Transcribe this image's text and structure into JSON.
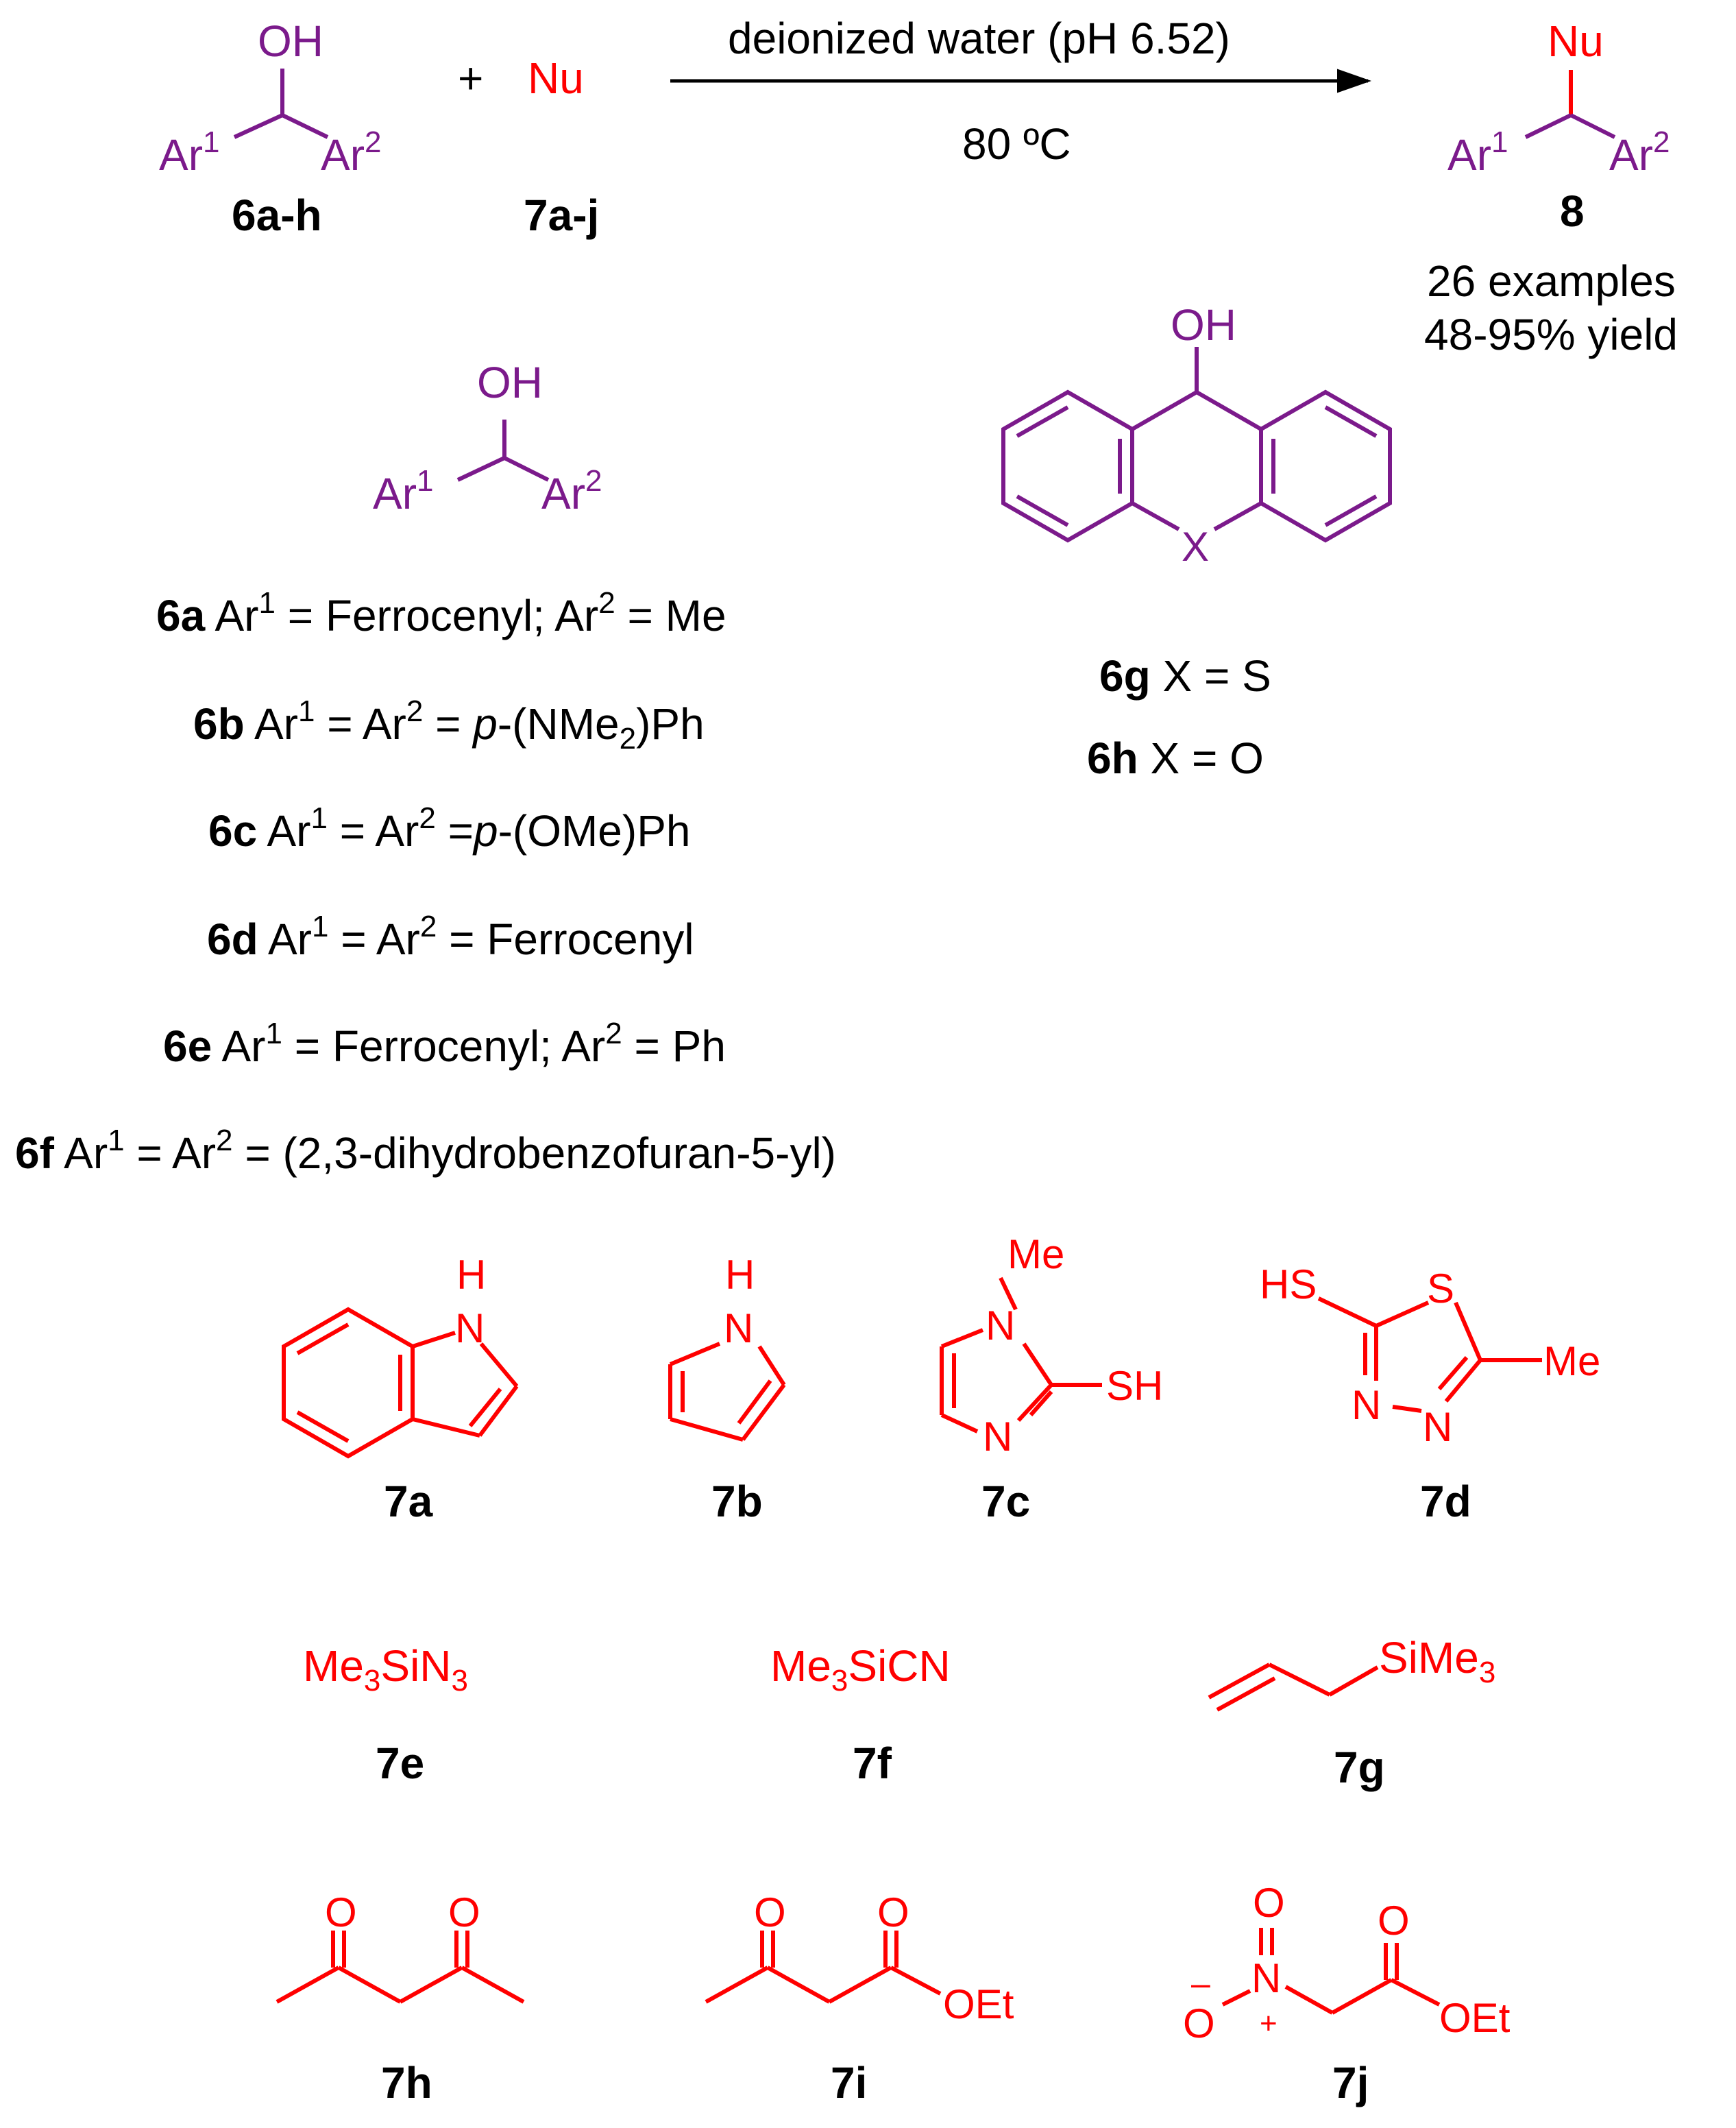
{
  "colors": {
    "substrate": "#7B1A8B",
    "nucleophile": "#FF0000",
    "text": "#000000"
  },
  "reaction": {
    "reactant_oh": "OH",
    "ar1": "Ar",
    "ar1_sup": "1",
    "ar2": "Ar",
    "ar2_sup": "2",
    "reactant_label": "6a-h",
    "plus": "+",
    "nucleophile": "Nu",
    "nucleophile_label": "7a-j",
    "condition_top": "deionized water (pH 6.52)",
    "condition_bottom": "80 ºC",
    "product_nu": "Nu",
    "product_label": "8",
    "summary_line1": "26 examples",
    "summary_line2": "48-95% yield"
  },
  "generic_structure": {
    "oh": "OH",
    "ar1": "Ar",
    "ar1_sup": "1",
    "ar2": "Ar",
    "ar2_sup": "2"
  },
  "substrates": [
    {
      "id": "6a",
      "text": "Ar1 = Ferrocenyl; Ar2 = Me"
    },
    {
      "id": "6b",
      "text": "Ar1 = Ar2 = p-(NMe2)Ph"
    },
    {
      "id": "6c",
      "text": "Ar1 = Ar2 =p-(OMe)Ph"
    },
    {
      "id": "6d",
      "text": "Ar1 = Ar2 = Ferrocenyl"
    },
    {
      "id": "6e",
      "text": "Ar1 = Ferrocenyl; Ar2 = Ph"
    },
    {
      "id": "6f",
      "text": "Ar1 = Ar2 = (2,3-dihydrobenzofuran-5-yl)"
    }
  ],
  "tricyclic": {
    "oh": "OH",
    "x": "X",
    "label_6g": "6g",
    "text_6g": "X = S",
    "label_6h": "6h",
    "text_6h": "X = O"
  },
  "nucleophiles": {
    "7a": {
      "label": "7a",
      "nh": "H",
      "n": "N"
    },
    "7b": {
      "label": "7b",
      "nh": "H",
      "n": "N"
    },
    "7c": {
      "label": "7c",
      "me": "Me",
      "n1": "N",
      "n2": "N",
      "sh": "SH"
    },
    "7d": {
      "label": "7d",
      "hs": "HS",
      "s": "S",
      "me": "Me",
      "n1": "N",
      "n2": "N"
    },
    "7e": {
      "label": "7e",
      "formula": "Me3SiN3"
    },
    "7f": {
      "label": "7f",
      "formula": "Me3SiCN"
    },
    "7g": {
      "label": "7g",
      "formula": "SiMe3"
    },
    "7h": {
      "label": "7h",
      "o1": "O",
      "o2": "O"
    },
    "7i": {
      "label": "7i",
      "o1": "O",
      "o2": "O",
      "oet": "OEt"
    },
    "7j": {
      "label": "7j",
      "o_top": "O",
      "n": "N",
      "o_minus": "O",
      "minus": "–",
      "plus": "+",
      "o_carbonyl": "O",
      "oet": "OEt"
    }
  }
}
